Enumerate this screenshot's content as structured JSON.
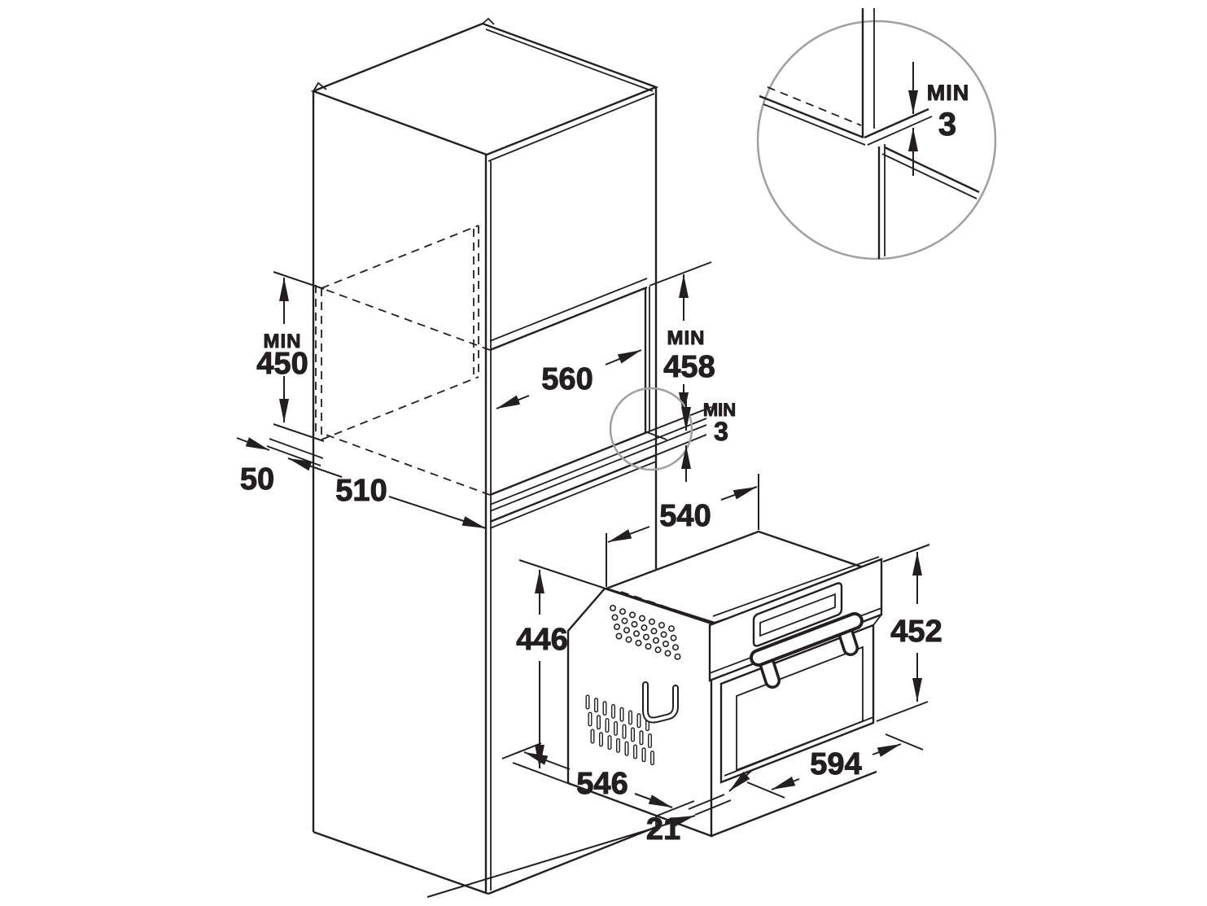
{
  "drawing": {
    "title": "Built-in oven niche installation diagram",
    "colors": {
      "line": "#231f20",
      "detail_circle": "#9d9fa2",
      "background": "#ffffff"
    },
    "labels": {
      "niche_side_height": {
        "prefix": "MIN",
        "value": "450"
      },
      "niche_width": {
        "value": "560"
      },
      "niche_front_height": {
        "prefix": "MIN",
        "value": "458"
      },
      "shelf_gap": {
        "prefix": "MIN",
        "value": "3"
      },
      "detail_gap": {
        "prefix": "MIN",
        "value": "3"
      },
      "wall_clearance": {
        "value": "50"
      },
      "niche_depth": {
        "value": "510"
      },
      "oven_top_depth": {
        "value": "540"
      },
      "oven_body_height": {
        "value": "446"
      },
      "oven_front_height": {
        "value": "452"
      },
      "oven_body_depth": {
        "value": "546"
      },
      "oven_front_width": {
        "value": "594"
      },
      "door_protrusion": {
        "value": "21"
      }
    }
  }
}
